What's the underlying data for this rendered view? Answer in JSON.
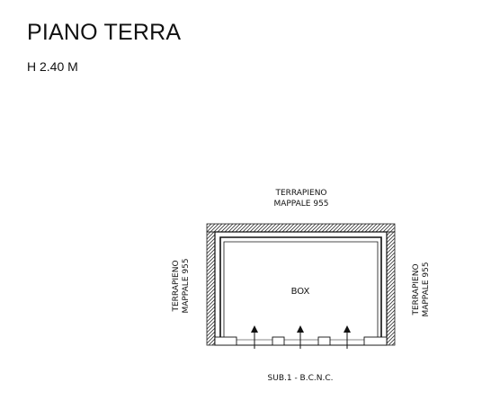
{
  "header": {
    "title": "PIANO TERRA",
    "height_note": "H 2.40 M"
  },
  "plan": {
    "top_label_line1": "TERRAPIENO",
    "top_label_line2": "MAPPALE 955",
    "left_label_line1": "TERRAPIENO",
    "left_label_line2": "MAPPALE 955",
    "right_label_line1": "TERRAPIENO",
    "right_label_line2": "MAPPALE 955",
    "room_label": "BOX",
    "bottom_label": "SUB.1 - B.C.N.C."
  }
}
